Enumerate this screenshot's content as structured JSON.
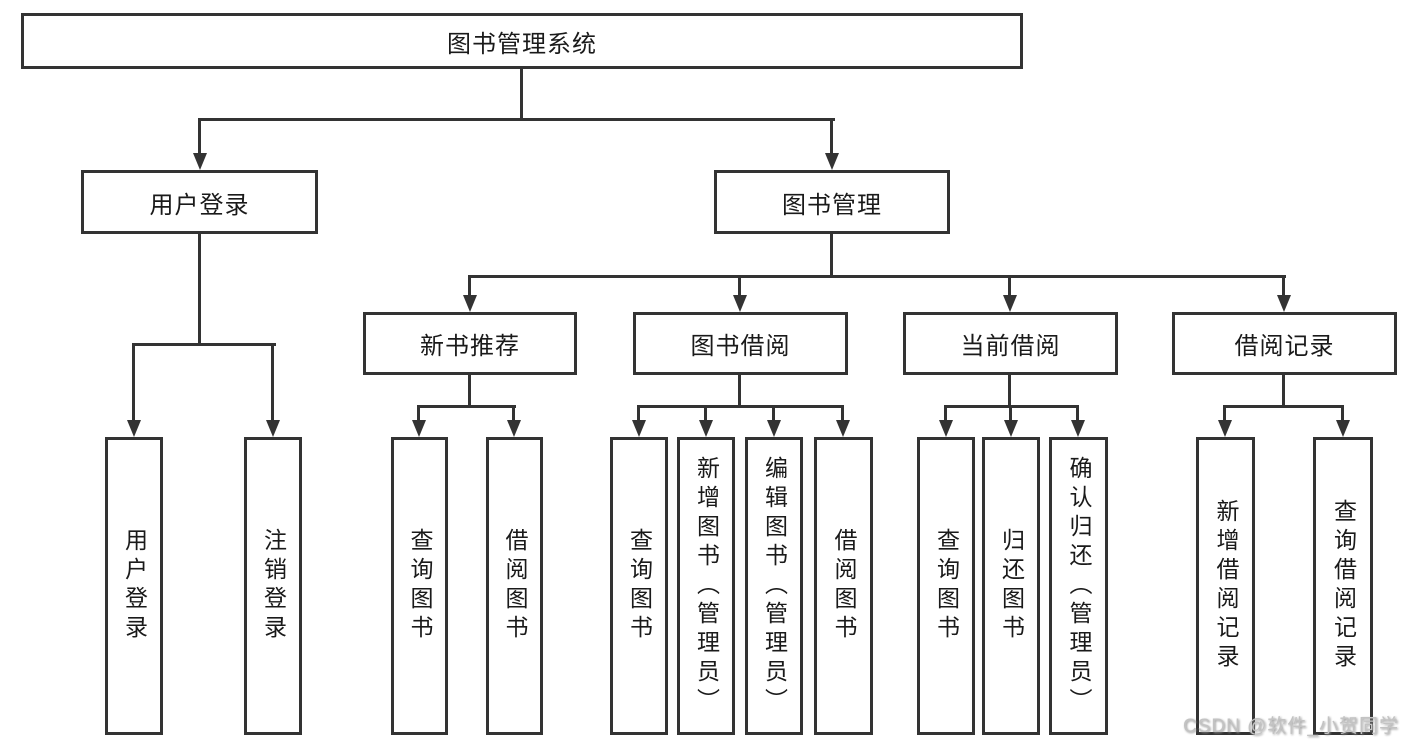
{
  "colors": {
    "line": "#333333",
    "text": "#1a1a1a",
    "background": "#ffffff",
    "watermark": "#c3c3c3"
  },
  "root": {
    "label": "图书管理系统"
  },
  "level1": [
    {
      "label": "用户登录"
    },
    {
      "label": "图书管理"
    }
  ],
  "level2": [
    {
      "label": "新书推荐"
    },
    {
      "label": "图书借阅"
    },
    {
      "label": "当前借阅"
    },
    {
      "label": "借阅记录"
    }
  ],
  "leaves": {
    "user_login": [
      {
        "label": "用户登录"
      },
      {
        "label": "注销登录"
      }
    ],
    "new_book_recommend": [
      {
        "label": "查询图书"
      },
      {
        "label": "借阅图书"
      }
    ],
    "book_borrow": [
      {
        "label": "查询图书"
      },
      {
        "label": "新增图书（管理员）"
      },
      {
        "label": "编辑图书（管理员）"
      },
      {
        "label": "借阅图书"
      }
    ],
    "current_borrow": [
      {
        "label": "查询图书"
      },
      {
        "label": "归还图书"
      },
      {
        "label": "确认归还（管理员）"
      }
    ],
    "borrow_records": [
      {
        "label": "新增借阅记录"
      },
      {
        "label": "查询借阅记录"
      }
    ]
  },
  "watermark": {
    "text": "CSDN @软件_小贺同学"
  }
}
